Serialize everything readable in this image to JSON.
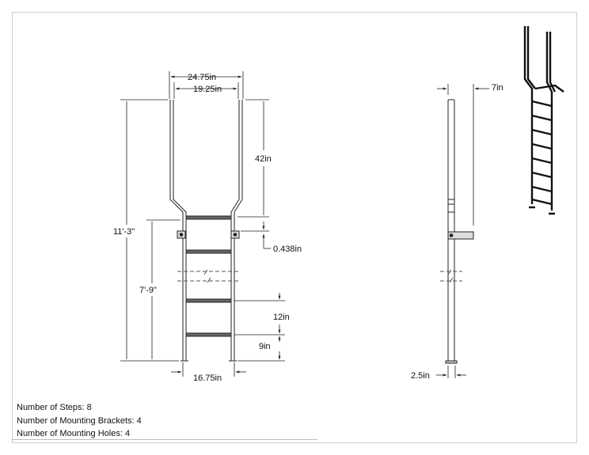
{
  "dimensions": {
    "total_width": "24.75in",
    "inner_width": "19.25in",
    "rail_extension": "42in",
    "bracket_offset": "0.438in",
    "overall_height": "11'-3\"",
    "ladder_height": "7'-9\"",
    "rung_spacing": "12in",
    "bottom_rung": "9in",
    "base_width": "16.75in",
    "wall_standoff": "7in",
    "rail_depth": "2.5in"
  },
  "notes": {
    "steps": "Number of Steps: 8",
    "brackets": "Number of Mounting Brackets: 4",
    "holes": "Number of Mounting Holes: 4"
  }
}
